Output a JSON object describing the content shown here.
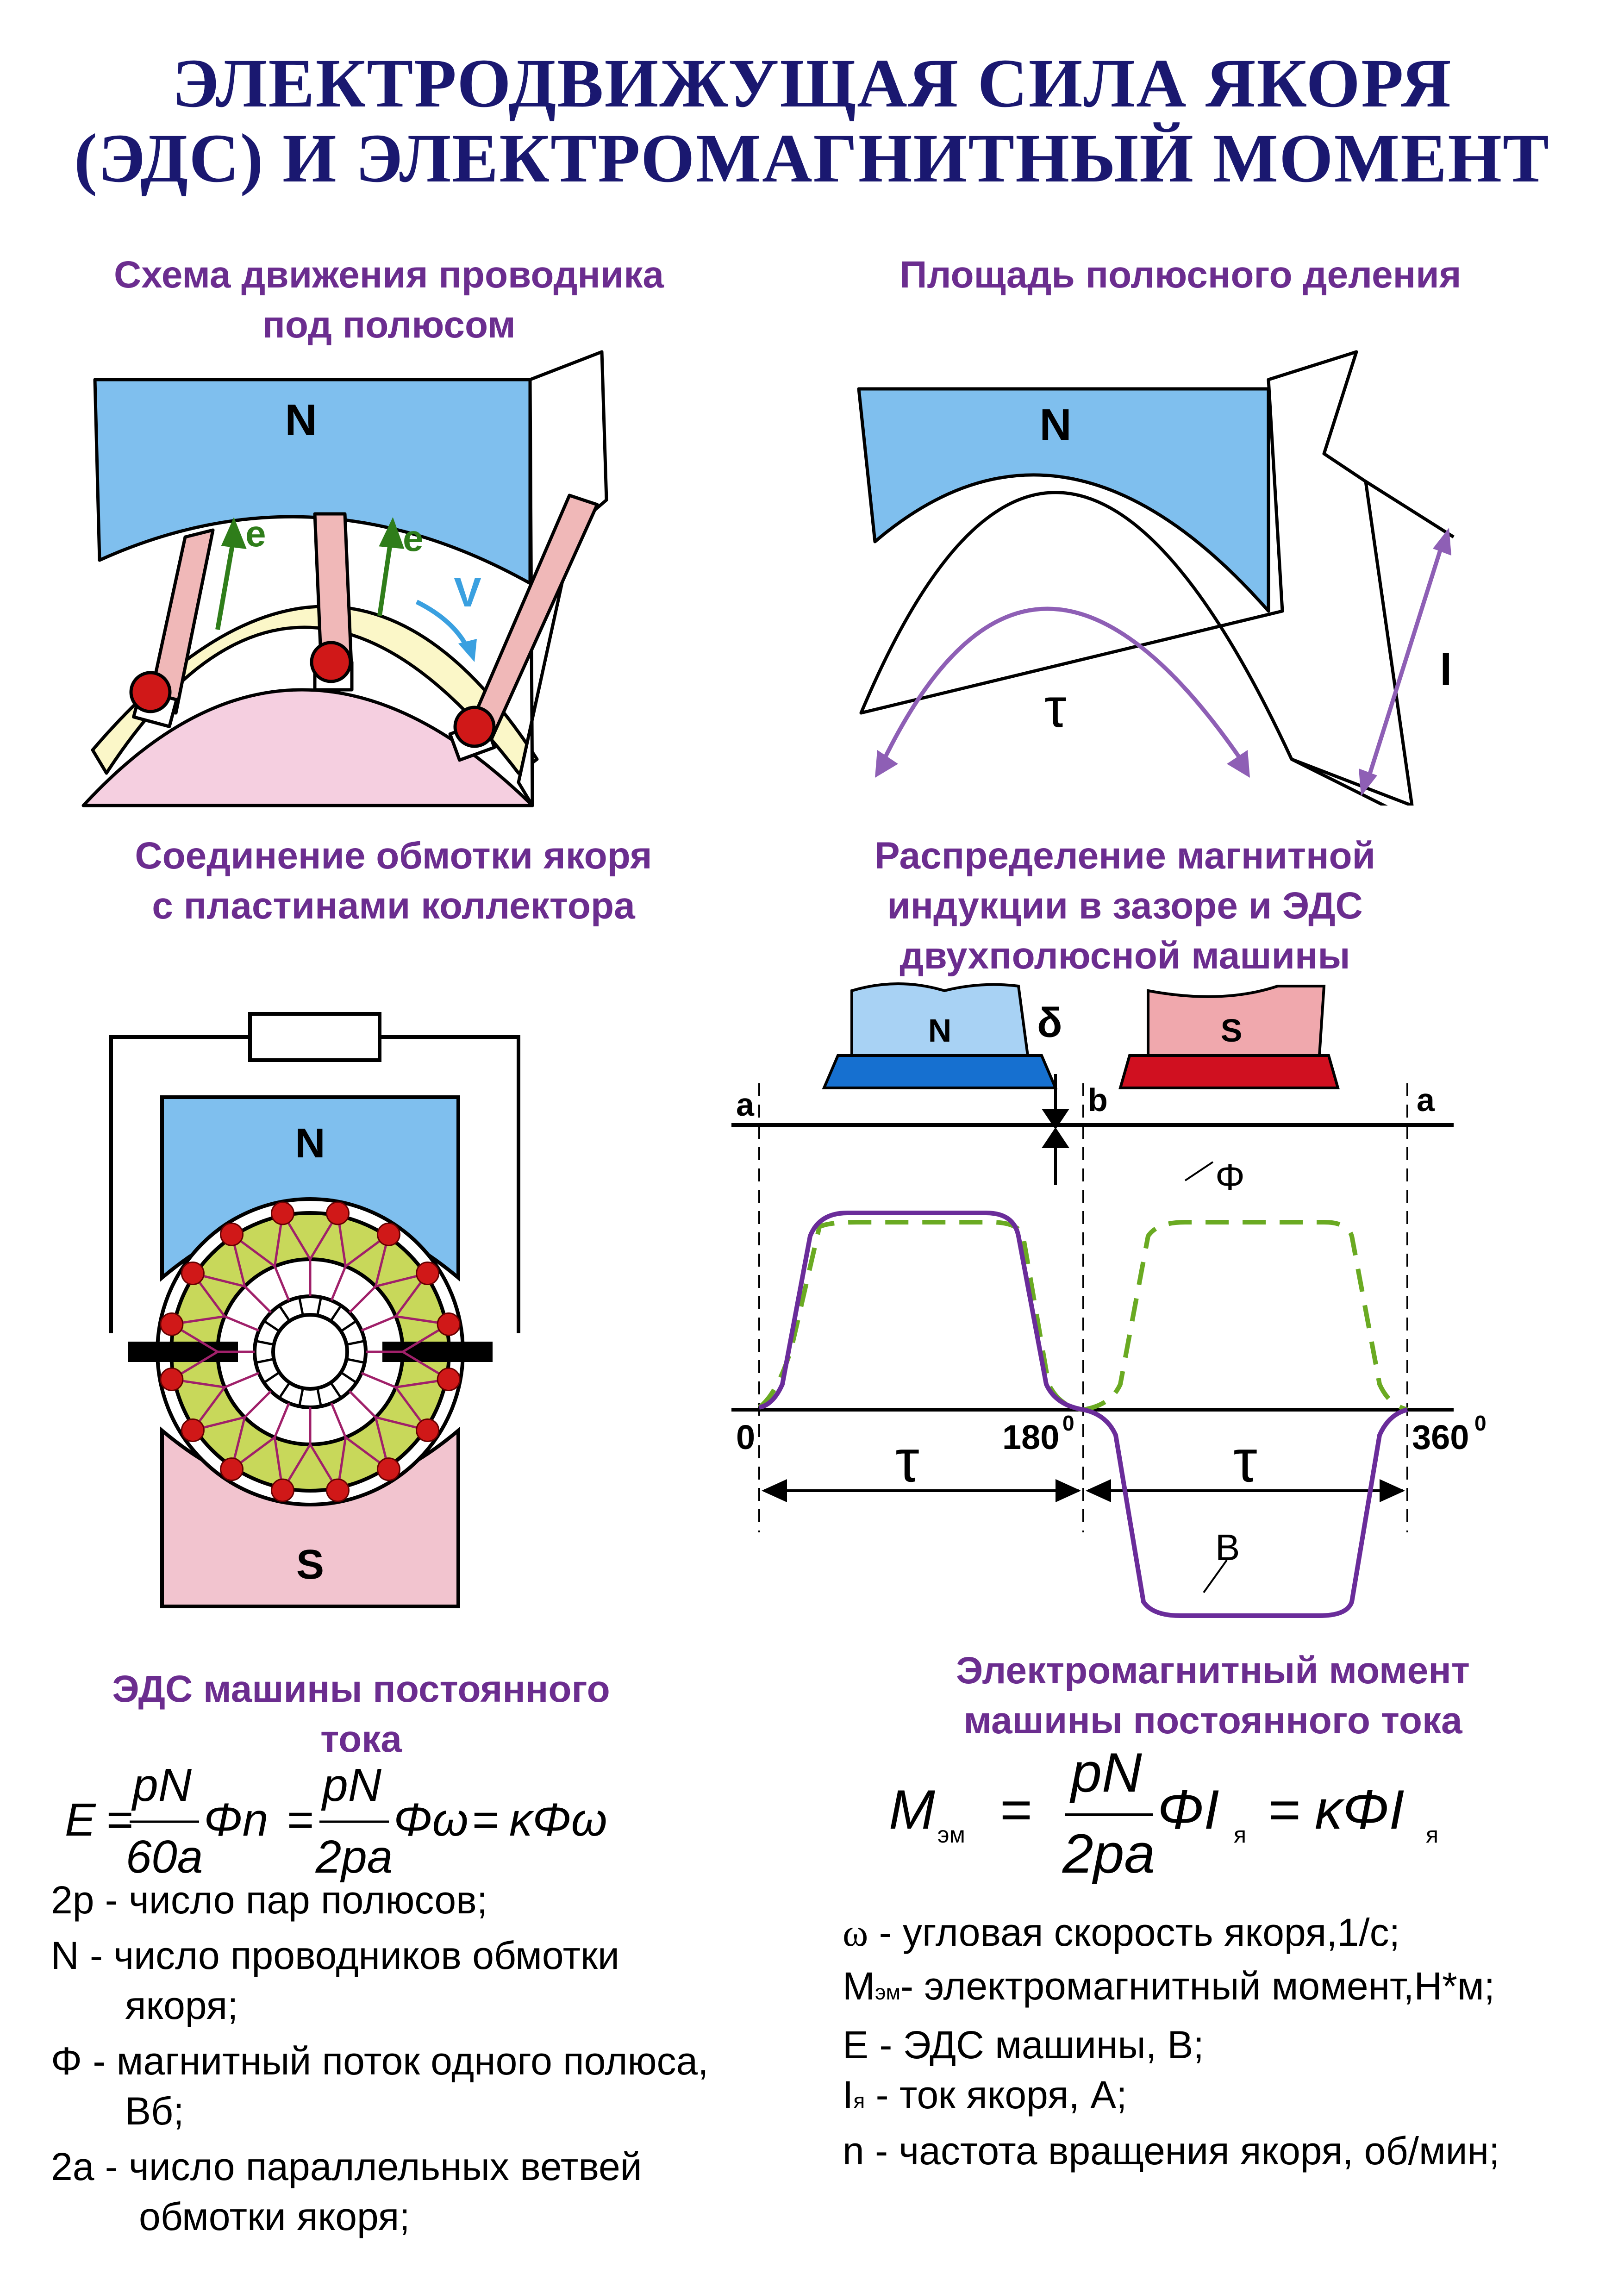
{
  "title": {
    "line1": "ЭЛЕКТРОДВИЖУЩАЯ СИЛА ЯКОРЯ",
    "line2": "(ЭДС) И ЭЛЕКТРОМАГНИТНЫЙ МОМЕНТ"
  },
  "sections": {
    "conductor_motion": {
      "caption_l1": "Схема движения проводника",
      "caption_l2": "под полюсом",
      "pole": "N",
      "emf": "e",
      "velocity": "V"
    },
    "pole_pitch_area": {
      "caption": "Площадь полюсного деления",
      "pole": "N",
      "tau": "τ",
      "length": "l"
    },
    "winding_connection": {
      "caption_l1": "Соединение обмотки якоря",
      "caption_l2": "с пластинами коллектора",
      "pole_n": "N",
      "pole_s": "S"
    },
    "induction_distribution": {
      "caption_l1": "Распределение магнитной",
      "caption_l2": "индукции в зазоре и ЭДС",
      "caption_l3": "двухполюсной машины",
      "pole_n": "N",
      "pole_s": "S",
      "gap": "δ",
      "point_a1": "a",
      "point_b": "b",
      "point_a2": "a",
      "tick_0": "0",
      "tick_180": "180",
      "tick_360": "360",
      "deg": "0",
      "tau1": "τ",
      "tau2": "τ",
      "flux_label": "Φ",
      "induction_label": "B"
    }
  },
  "emf": {
    "caption_l1": "ЭДС машины постоянного",
    "caption_l2": "тока",
    "formula": {
      "E": "E",
      "eq": "=",
      "num1": "pN",
      "den1": "60a",
      "phin": "Φn",
      "num2": "pN",
      "den2": "2pa",
      "phiw": "Φω",
      "kphiw": "κΦω"
    },
    "legend": [
      {
        "sym": "2p",
        "text": "- число пар полюсов;"
      },
      {
        "sym": "N",
        "text": "- число проводников обмотки",
        "cont": "якоря;"
      },
      {
        "sym": "Φ",
        "text": "- магнитный поток одного полюса,",
        "cont": "Вб;"
      },
      {
        "sym": "2a",
        "text": "- число параллельных ветвей",
        "cont": "обмотки якоря;"
      }
    ]
  },
  "torque": {
    "caption_l1": "Электромагнитный момент",
    "caption_l2": "машины постоянного тока",
    "formula": {
      "M": "M",
      "sub_em": "эм",
      "num": "pN",
      "den": "2pa",
      "phiI": "ΦI",
      "sub_ya": "я",
      "kphiI": "κΦI"
    },
    "legend": [
      {
        "sym": "ω",
        "text": "- угловая скорость якоря,1/с;"
      },
      {
        "sym": "M",
        "sub": "эм",
        "text": "- электромагнитный момент,Н*м;"
      },
      {
        "sym": "E",
        "text": "- ЭДС машины, В;"
      },
      {
        "sym": "I",
        "sub": "я",
        "text": "- ток якоря, А;"
      },
      {
        "sym": "n",
        "text": "- частота вращения якоря, об/мин;"
      }
    ]
  },
  "colors": {
    "title": "#1a1870",
    "caption": "#6b2d8f",
    "pole_n": "#7fbfee",
    "pole_s": "#f2c4cf",
    "armature": "#f5cfe0",
    "conductor": "#f0b8b8",
    "flux": "#6aaa22",
    "induction": "#6a2c9a",
    "ring_green": "#c8d85a",
    "dot_red": "#d01818",
    "pole_n_shoe": "#1670d0",
    "pole_s_shoe": "#d01020"
  }
}
